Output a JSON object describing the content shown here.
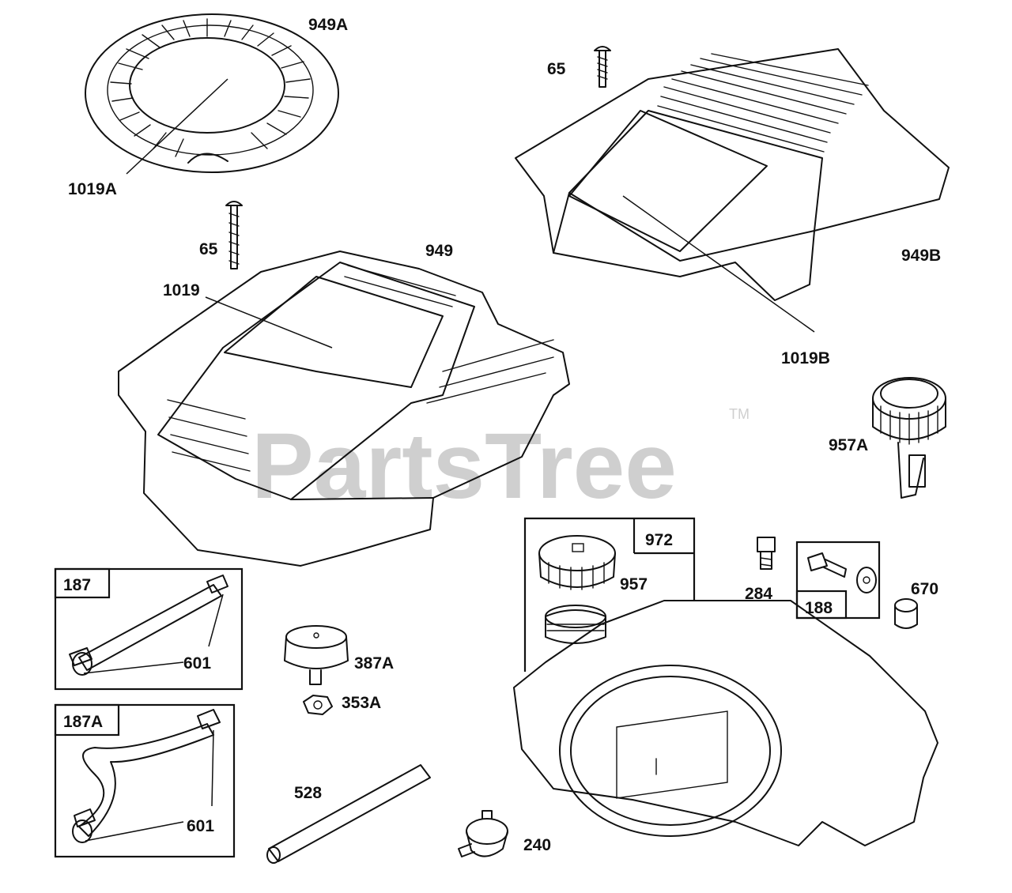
{
  "watermark": {
    "text": "PartsTree",
    "trademark": "TM"
  },
  "callouts": {
    "c949A": "949A",
    "c1019A": "1019A",
    "c65a": "65",
    "c65b": "65",
    "c949": "949",
    "c1019": "1019",
    "c949B": "949B",
    "c1019B": "1019B",
    "c957A": "957A",
    "c972": "972",
    "c957": "957",
    "c284": "284",
    "c188": "188",
    "c670": "670",
    "c187": "187",
    "c601a": "601",
    "c187A": "187A",
    "c601b": "601",
    "c387A": "387A",
    "c353A": "353A",
    "c528": "528",
    "c240": "240"
  }
}
